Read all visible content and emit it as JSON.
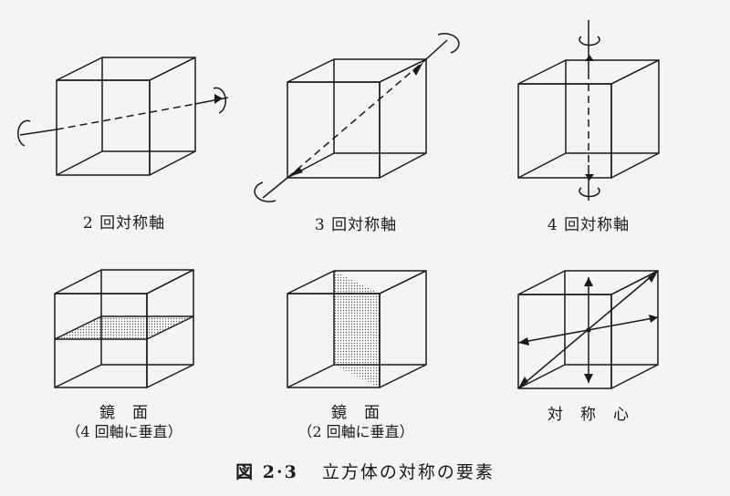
{
  "panels": [
    {
      "label": "2 回対称軸"
    },
    {
      "label": "3 回対称軸"
    },
    {
      "label": "4 回対称軸"
    },
    {
      "label": "鏡　面",
      "sublabel": "（4 回軸に垂直）"
    },
    {
      "label": "鏡　面",
      "sublabel": "（2 回軸に垂直）"
    },
    {
      "label": "対　称　心"
    }
  ],
  "caption": {
    "number": "図 2·3",
    "title": "立方体の対称の要素"
  }
}
